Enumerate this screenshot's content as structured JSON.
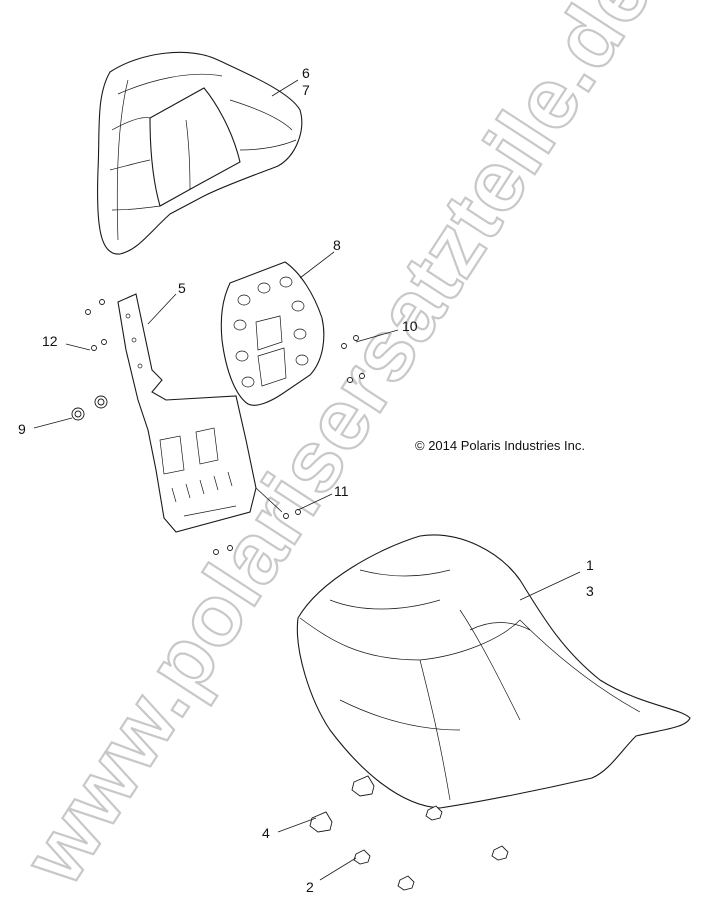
{
  "diagram": {
    "watermark": "www.polarisersatzteile.de",
    "copyright": "© 2014 Polaris Industries Inc.",
    "callouts": {
      "c1": "1",
      "c2": "2",
      "c3": "3",
      "c4": "4",
      "c5": "5",
      "c6": "6",
      "c7": "7",
      "c8": "8",
      "c9": "9",
      "c10": "10",
      "c11": "11",
      "c12": "12"
    }
  }
}
